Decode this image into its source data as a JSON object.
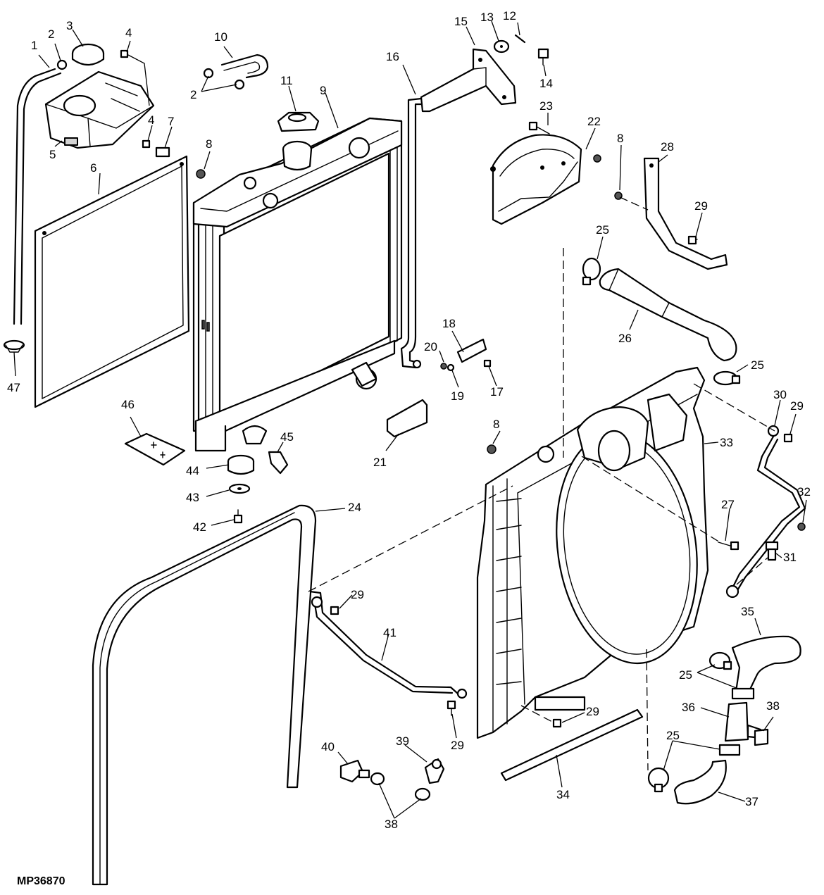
{
  "figure_id": "MP36870",
  "callouts": [
    "1",
    "2",
    "3",
    "4",
    "5",
    "6",
    "7",
    "8",
    "9",
    "10",
    "11",
    "12",
    "13",
    "14",
    "15",
    "16",
    "17",
    "18",
    "19",
    "20",
    "21",
    "22",
    "23",
    "24",
    "25",
    "26",
    "27",
    "28",
    "29",
    "30",
    "31",
    "32",
    "33",
    "34",
    "35",
    "36",
    "37",
    "38",
    "39",
    "40",
    "41",
    "42",
    "43",
    "44",
    "45",
    "46",
    "47"
  ],
  "colors": {
    "line": "#000000",
    "background": "#ffffff",
    "shade": "#d4d4d4"
  }
}
